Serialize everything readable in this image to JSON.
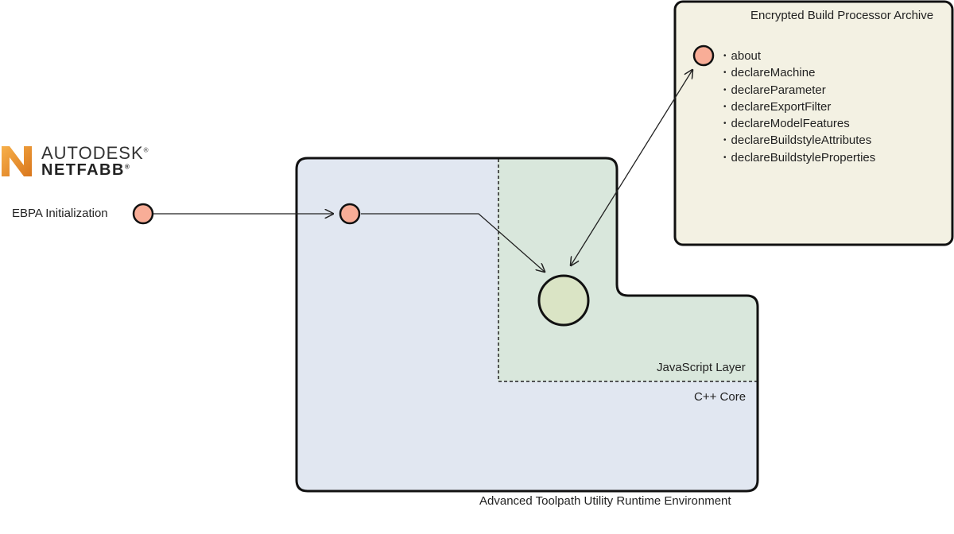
{
  "logo": {
    "line1": "AUTODESK",
    "line2": "NETFABB",
    "mark": "®",
    "brand_color": "#e8922e"
  },
  "labels": {
    "ebpa_init": "EBPA Initialization",
    "archive_title": "Encrypted Build Processor Archive",
    "js_layer": "JavaScript Layer",
    "cpp_core": "C++ Core",
    "runtime_env": "Advanced Toolpath Utility Runtime Environment"
  },
  "archive_methods": [
    "about",
    "declareMachine",
    "declareParameter",
    "declareExportFilter",
    "declareModelFeatures",
    "declareBuildstyleAttributes",
    "declareBuildstyleProperties"
  ],
  "colors": {
    "runtime_fill": "#e1e7f1",
    "js_fill": "#d9e7dc",
    "archive_fill": "#f3f1e3",
    "node_fill": "#f8ad97",
    "core_node_fill": "#dae4c5"
  }
}
